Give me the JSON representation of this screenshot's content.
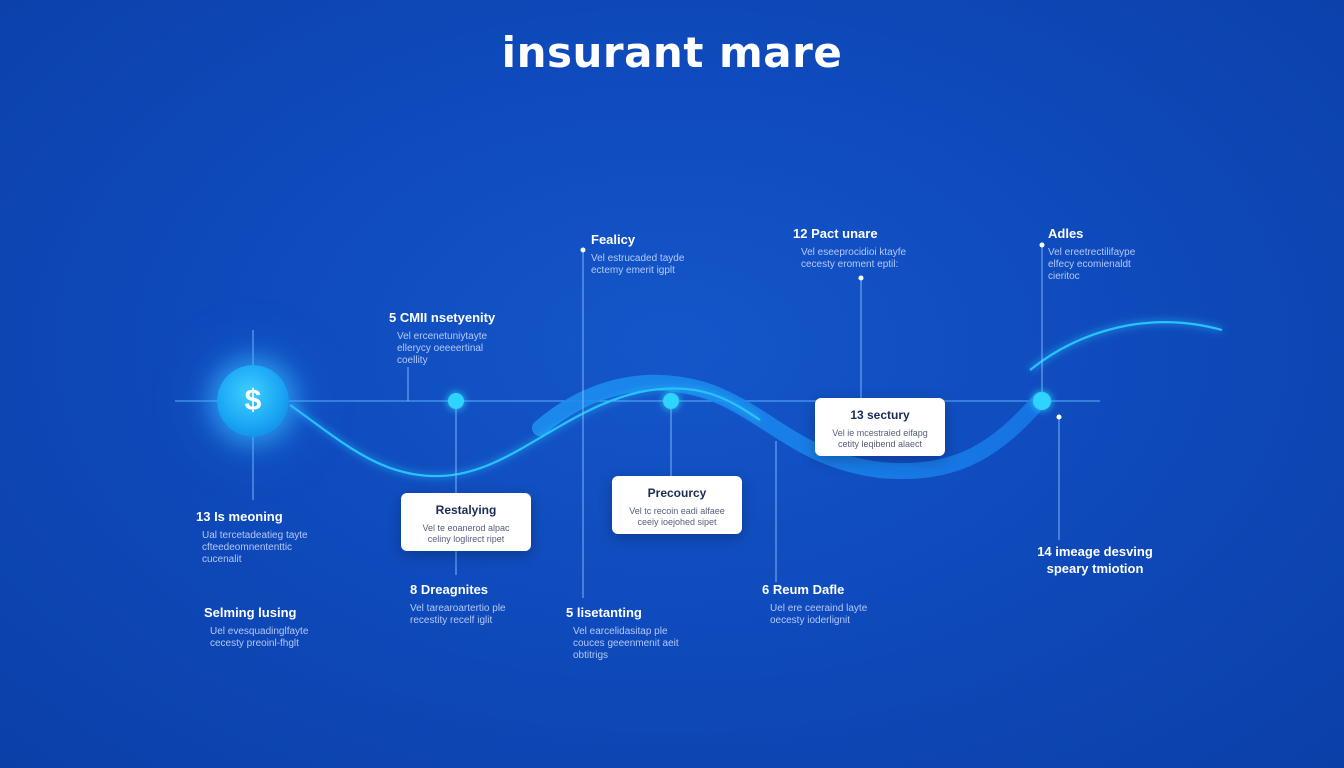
{
  "title": "insurant mare",
  "center_symbol": "$",
  "colors": {
    "background": "#0f4bbd",
    "accent": "#27c3ff",
    "card": "#ffffff"
  },
  "labels": {
    "fealicy": {
      "title": "Fealicy",
      "lines": [
        "Vel estrucaded tayde",
        "ectemy emerit igplt"
      ]
    },
    "pact": {
      "title": "12 Pact unare",
      "lines": [
        "Vel eseeprocidioi ktayfe",
        "cecesty eroment eptil:"
      ]
    },
    "adles": {
      "title": "Adles",
      "lines": [
        "Vel ereetrectilifaype",
        "elfecy ecomienaldt",
        "cieritoc"
      ]
    },
    "cmil": {
      "title": "5 CMII nsetyenity",
      "lines": [
        "Vel ercenetuniytayte",
        "ellerycy oeeeertinal",
        "coellity"
      ]
    },
    "meoning": {
      "title": "13 Is meoning",
      "lines": [
        "Ual tercetadeatieg tayte",
        "cfteedeomnententtic",
        "cucenalit"
      ]
    },
    "selming": {
      "title": "Selming lusing",
      "lines": [
        "Uel evesquadinglfayte",
        "cecesty preoinl-fhglt"
      ]
    },
    "dreagnites": {
      "title": "8 Dreagnites",
      "lines": [
        "Vel tarearoartertio ple",
        "recestity recelf iglit"
      ]
    },
    "lisetanting": {
      "title": "5 lisetanting",
      "lines": [
        "Vel earcelidasitap ple",
        "couces geeenmenit aeit",
        "obtitrigs"
      ]
    },
    "reum": {
      "title": "6 Reum Dafle",
      "lines": [
        "Uel ere ceeraind layte",
        "oecesty ioderlignit"
      ]
    },
    "image": {
      "title": "14 imeage desving",
      "subtitle": "speary tmiotion"
    }
  },
  "cards": {
    "restabing": {
      "title": "Restalying",
      "lines": [
        "Vel te eoanerod alpac",
        "celiny loglirect ripet"
      ]
    },
    "precouncy": {
      "title": "Precourcy",
      "lines": [
        "Vel tc recoin eadi alfaee",
        "ceeiy ioejohed sipet"
      ]
    },
    "sectury": {
      "title": "13 sectury",
      "lines": [
        "Vel ie mcestraied eifapg",
        "cetity leqibend alaect"
      ]
    }
  }
}
